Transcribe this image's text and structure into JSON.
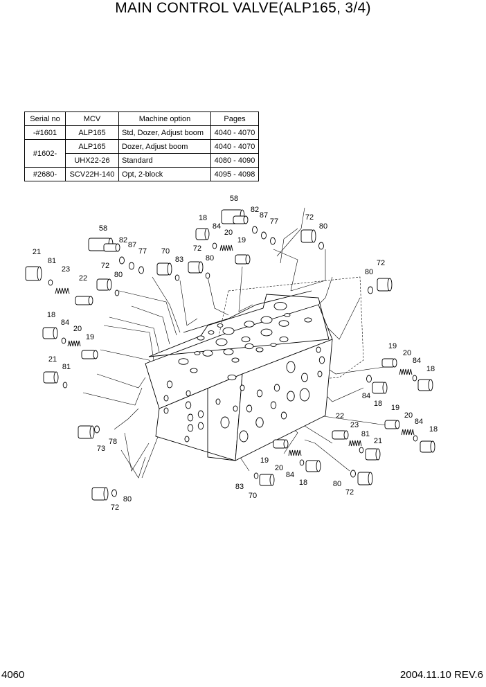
{
  "title": "MAIN CONTROL VALVE(ALP165, 3/4)",
  "table": {
    "headers": [
      "Serial no",
      "MCV",
      "Machine option",
      "Pages"
    ],
    "rows": [
      {
        "serial": "-#1601",
        "mcv": "ALP165",
        "option": "Std, Dozer, Adjust boom",
        "pages": "4040 - 4070"
      },
      {
        "serial": "#1602-",
        "mcv": "ALP165",
        "option": "Dozer, Adjust boom",
        "pages": "4040 - 4070"
      },
      {
        "serial": "",
        "mcv": "UHX22-26",
        "option": "Standard",
        "pages": "4080 - 4090"
      },
      {
        "serial": "#2680-",
        "mcv": "SCV22H-140",
        "option": "Opt, 2-block",
        "pages": "4095 - 4098"
      }
    ]
  },
  "callouts": [
    {
      "label": "58"
    },
    {
      "label": "82"
    },
    {
      "label": "87"
    },
    {
      "label": "77"
    },
    {
      "label": "18"
    },
    {
      "label": "84"
    },
    {
      "label": "20"
    },
    {
      "label": "19"
    },
    {
      "label": "72"
    },
    {
      "label": "80"
    },
    {
      "label": "58"
    },
    {
      "label": "82"
    },
    {
      "label": "87"
    },
    {
      "label": "77"
    },
    {
      "label": "70"
    },
    {
      "label": "83"
    },
    {
      "label": "72"
    },
    {
      "label": "80"
    },
    {
      "label": "21"
    },
    {
      "label": "81"
    },
    {
      "label": "23"
    },
    {
      "label": "22"
    },
    {
      "label": "72"
    },
    {
      "label": "80"
    },
    {
      "label": "80"
    },
    {
      "label": "72"
    },
    {
      "label": "18"
    },
    {
      "label": "84"
    },
    {
      "label": "20"
    },
    {
      "label": "19"
    },
    {
      "label": "21"
    },
    {
      "label": "81"
    },
    {
      "label": "19"
    },
    {
      "label": "20"
    },
    {
      "label": "84"
    },
    {
      "label": "18"
    },
    {
      "label": "84"
    },
    {
      "label": "18"
    },
    {
      "label": "19"
    },
    {
      "label": "20"
    },
    {
      "label": "84"
    },
    {
      "label": "18"
    },
    {
      "label": "78"
    },
    {
      "label": "73"
    },
    {
      "label": "22"
    },
    {
      "label": "23"
    },
    {
      "label": "81"
    },
    {
      "label": "21"
    },
    {
      "label": "19"
    },
    {
      "label": "20"
    },
    {
      "label": "84"
    },
    {
      "label": "18"
    },
    {
      "label": "80"
    },
    {
      "label": "72"
    },
    {
      "label": "83"
    },
    {
      "label": "70"
    },
    {
      "label": "80"
    },
    {
      "label": "72"
    }
  ],
  "footer": {
    "page": "4060",
    "date_rev": "2004.11.10  REV.6"
  }
}
